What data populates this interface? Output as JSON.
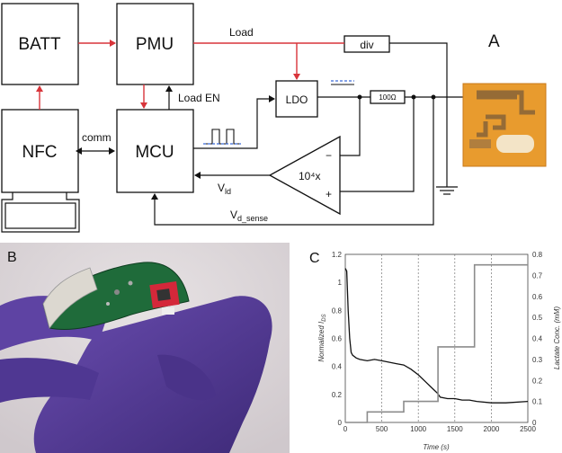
{
  "panel_a": {
    "label": "A",
    "blocks": {
      "batt": "BATT",
      "pmu": "PMU",
      "nfc": "NFC",
      "mcu": "MCU",
      "ldo": "LDO",
      "div": "div",
      "amp": "10⁴x"
    },
    "signals": {
      "load": "Load",
      "load_en": "Load EN",
      "comm": "comm",
      "v_id": "V",
      "v_id_sub": "ld",
      "v_d": "V",
      "v_d_sub": "d_sense"
    },
    "resistor": "100Ω",
    "amp_minus": "−",
    "amp_plus": "+"
  },
  "panel_b": {
    "label": "B"
  },
  "panel_c": {
    "label": "C"
  },
  "colors": {
    "signal_red": "#d8343a",
    "primary_series": "#111111",
    "secondary_series": "#8c8c8c",
    "sensor": "#e89b2e",
    "glove": "#5a3f9e"
  },
  "chart_data": {
    "type": "line",
    "xlabel": "Time (s)",
    "ylabel_left": "Normalized I",
    "ylabel_left_sub": "DS",
    "ylabel_right": "Lactate Conc. (mM)",
    "xlim": [
      0,
      2500
    ],
    "ylim_left": [
      0,
      1.2
    ],
    "ylim_right": [
      0,
      0.8
    ],
    "x_ticks": [
      0,
      500,
      1000,
      1500,
      2000,
      2500
    ],
    "y_left_ticks": [
      0,
      0.2,
      0.4,
      0.6,
      0.8,
      1,
      1.2
    ],
    "y_right_ticks": [
      0,
      0.1,
      0.2,
      0.3,
      0.4,
      0.5,
      0.6,
      0.7,
      0.8
    ],
    "grid_x": true,
    "grid_y": false,
    "series": [
      {
        "axis": "left",
        "x": [
          0,
          20,
          40,
          60,
          80,
          100,
          150,
          200,
          300,
          400,
          500,
          600,
          700,
          800,
          900,
          1000,
          1100,
          1200,
          1260,
          1300,
          1400,
          1500,
          1600,
          1700,
          1800,
          2000,
          2200,
          2500
        ],
        "y": [
          1.1,
          1.08,
          0.8,
          0.6,
          0.5,
          0.48,
          0.46,
          0.45,
          0.44,
          0.45,
          0.44,
          0.43,
          0.42,
          0.41,
          0.38,
          0.34,
          0.29,
          0.24,
          0.21,
          0.18,
          0.17,
          0.17,
          0.16,
          0.16,
          0.15,
          0.14,
          0.14,
          0.15
        ]
      },
      {
        "axis": "right",
        "x": [
          0,
          300,
          300,
          800,
          800,
          1270,
          1270,
          1770,
          1770,
          2500
        ],
        "y": [
          0,
          0,
          0.05,
          0.05,
          0.1,
          0.1,
          0.36,
          0.36,
          0.75,
          0.75
        ]
      }
    ]
  }
}
